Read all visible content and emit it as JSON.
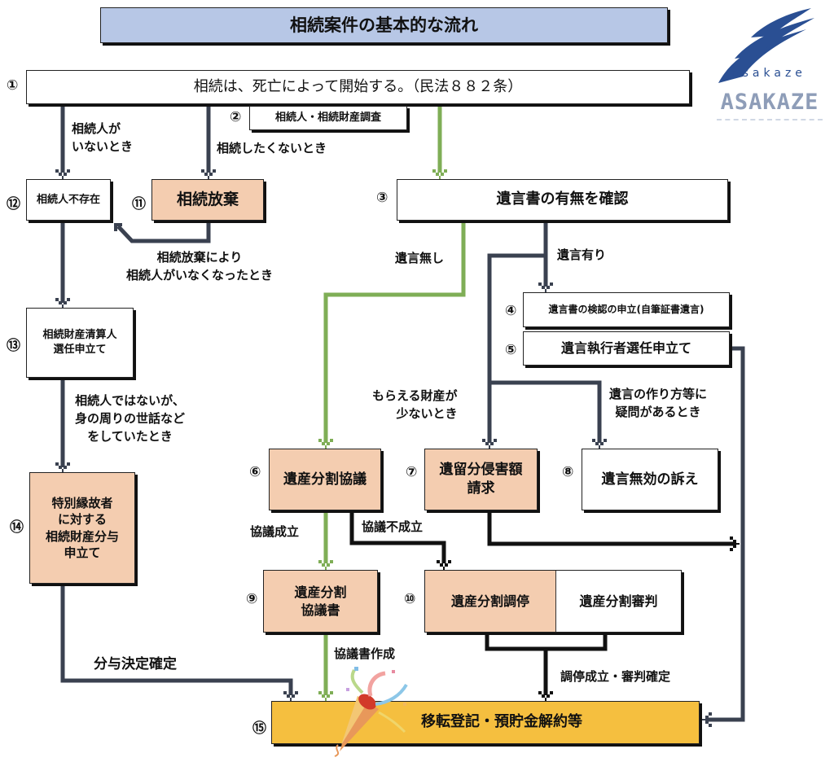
{
  "title": "相続案件の基本的な流れ",
  "logo": {
    "script_text": "asakaze",
    "wordmark": "ASAKAZE",
    "icon": "wave-logo-icon"
  },
  "colors": {
    "title_bg": "#b7c7e6",
    "peach_box": "#f4cdb0",
    "final_box": "#f5bf3f",
    "green_line": "#7fae56",
    "dark_line": "#3a4150",
    "black_line": "#111111",
    "logo_blue": "#2a4f93"
  },
  "nodes": {
    "n1": {
      "num": "①",
      "text": "相続は、死亡によって開始する。（民法８８２条）"
    },
    "n2": {
      "num": "②",
      "text": "相続人・相続財産調査"
    },
    "n3": {
      "num": "③",
      "text": "遺言書の有無を確認"
    },
    "n4": {
      "num": "④",
      "text": "遺言書の検認の申立(自筆証書遺言)"
    },
    "n5": {
      "num": "⑤",
      "text": "遺言執行者選任申立て"
    },
    "n6": {
      "num": "⑥",
      "text": "遺産分割協議"
    },
    "n7": {
      "num": "⑦",
      "text": "遺留分侵害額\n請求"
    },
    "n8": {
      "num": "⑧",
      "text": "遺言無効の訴え"
    },
    "n9": {
      "num": "⑨",
      "text": "遺産分割\n協議書"
    },
    "n10": {
      "num": "⑩",
      "text_left": "遺産分割調停",
      "text_right": "遺産分割審判"
    },
    "n11": {
      "num": "⑪",
      "text": "相続放棄"
    },
    "n12": {
      "num": "⑫",
      "text": "相続人不存在"
    },
    "n13": {
      "num": "⑬",
      "text": "相続財産清算人\n選任申立て"
    },
    "n14": {
      "num": "⑭",
      "text": "特別縁故者\nに対する\n相続財産分与\n申立て"
    },
    "n15": {
      "num": "⑮",
      "text": "移転登記・預貯金解約等"
    }
  },
  "edge_labels": {
    "no_heir": "相続人が\nいないとき",
    "no_wish": "相続したくないとき",
    "renounce_none": "相続放棄により\n相続人がいなくなったとき",
    "not_heir_but": "相続人ではないが、\n身の周りの世話など\nをしていたとき",
    "no_will": "遺言無し",
    "has_will": "遺言有り",
    "small_share": "もらえる財産が\n少ないとき",
    "doubt_will": "遺言の作り方等に\n疑問があるとき",
    "agreed": "協議成立",
    "not_agreed": "協議不成立",
    "deed_made": "協議書作成",
    "mediation_done": "調停成立・審判確定",
    "grant_fixed": "分与決定確定"
  }
}
